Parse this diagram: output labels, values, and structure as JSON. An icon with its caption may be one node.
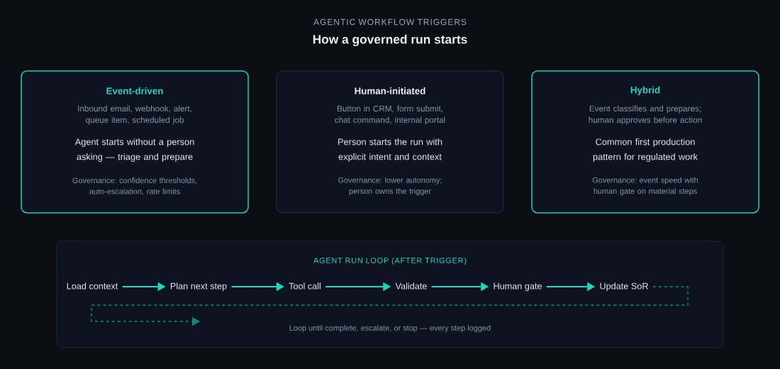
{
  "diagram": {
    "title": "How a governed run starts",
    "nodes": [
      {
        "text": [
          "Event-driven",
          "Inbound email, webhook, alert, queue item, scheduled job",
          "Agent starts without a person asking — triage and prepare",
          "Governance: confidence thresholds, auto-escalation, rate limits"
        ]
      },
      {
        "text": [
          "Human-initiated",
          "Button in CRM, form submit, chat command, internal portal",
          "Person starts the run with explicit intent and context",
          "Governance: lower autonomy; person owns the trigger"
        ]
      },
      {
        "text": [
          "Hybrid",
          "Event classifies and prepares; human approves before action",
          "Common first production pattern for regulated work",
          "Governance: event speed with human gate on material steps"
        ]
      },
      {
        "text": [
          "AGENT RUN LOOP (AFTER TRIGGER)",
          "Loop until complete, escalate, or stop — every step logged"
        ]
      },
      {
        "text": [
          "Load context"
        ],
        "in": 3
      },
      {
        "text": [
          "Plan next step"
        ],
        "in": 3
      },
      {
        "text": [
          "Tool call"
        ],
        "in": 3
      },
      {
        "text": [
          "Validate"
        ],
        "in": 3
      },
      {
        "text": [
          "Human gate"
        ],
        "in": 3
      },
      {
        "text": [
          "Update SoR"
        ],
        "in": 3
      }
    ],
    "edges": [
      {
        "from": 4,
        "to": 5,
        "arrow": "to"
      },
      {
        "from": 5,
        "to": 6,
        "arrow": "to"
      },
      {
        "from": 6,
        "to": 7,
        "arrow": "to"
      },
      {
        "from": 7,
        "to": 8,
        "arrow": "to"
      },
      {
        "from": 8,
        "to": 9,
        "arrow": "to"
      },
      {
        "from": 9,
        "to": null,
        "arrow": "to",
        "style": "dashed",
        "color": "#13897d"
      }
    ],
    "labels": [
      "AGENTIC WORKFLOW TRIGGERS"
    ]
  }
}
